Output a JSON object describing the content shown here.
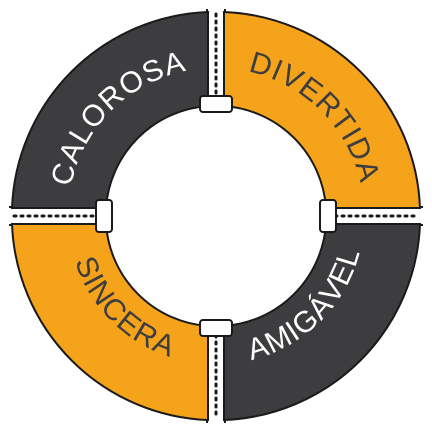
{
  "segments": [
    {
      "label": "CALOROSA",
      "fill": "#3d3d3f",
      "text_color": "#ffffff"
    },
    {
      "label": "DIVERTIDA",
      "fill": "#f5a31a",
      "text_color": "#3d3d3f"
    },
    {
      "label": "AMIGÁVEL",
      "fill": "#3d3d3f",
      "text_color": "#ffffff"
    },
    {
      "label": "SINCERA",
      "fill": "#f5a31a",
      "text_color": "#3d3d3f"
    }
  ],
  "colors": {
    "outline": "#1a1a1a",
    "background": "#ffffff"
  }
}
